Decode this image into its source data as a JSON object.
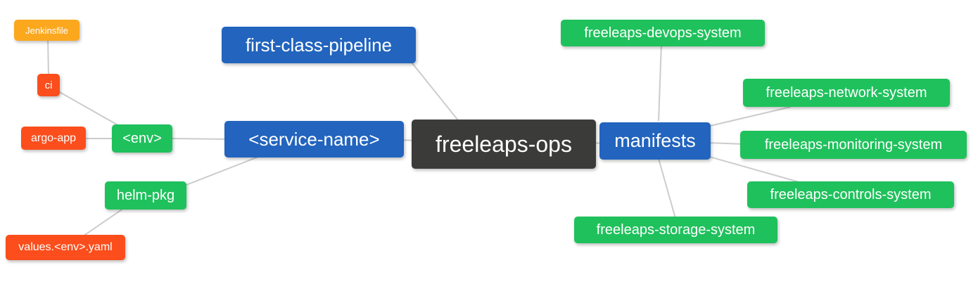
{
  "diagram": {
    "type": "mindmap",
    "background": "#ffffff",
    "edge_color": "#cccccc",
    "palette": {
      "root": "#3b3b39",
      "branch": "#2264be",
      "leaf": "#1fc15c",
      "detail": "#fb4e1c",
      "file": "#fba81e"
    },
    "root": "freeleaps-ops",
    "nodes": {
      "jenkinsfile": {
        "label": "Jenkinsfile",
        "role": "file"
      },
      "ci": {
        "label": "ci",
        "role": "detail"
      },
      "argo_app": {
        "label": "argo-app",
        "role": "detail"
      },
      "env": {
        "label": "<env>",
        "role": "leaf"
      },
      "helm_pkg": {
        "label": "helm-pkg",
        "role": "leaf"
      },
      "values_env_yaml": {
        "label": "values.<env>.yaml",
        "role": "detail"
      },
      "service_name": {
        "label": "<service-name>",
        "role": "branch"
      },
      "first_class_pipeline": {
        "label": "first-class-pipeline",
        "role": "branch"
      },
      "freeleaps_ops": {
        "label": "freeleaps-ops",
        "role": "root"
      },
      "manifests": {
        "label": "manifests",
        "role": "branch"
      },
      "devops_system": {
        "label": "freeleaps-devops-system",
        "role": "leaf"
      },
      "network_system": {
        "label": "freeleaps-network-system",
        "role": "leaf"
      },
      "monitoring_system": {
        "label": "freeleaps-monitoring-system",
        "role": "leaf"
      },
      "controls_system": {
        "label": "freeleaps-controls-system",
        "role": "leaf"
      },
      "storage_system": {
        "label": "freeleaps-storage-system",
        "role": "leaf"
      }
    },
    "edges": [
      {
        "from": "jenkinsfile",
        "to": "ci"
      },
      {
        "from": "ci",
        "to": "env"
      },
      {
        "from": "argo_app",
        "to": "env"
      },
      {
        "from": "env",
        "to": "service_name"
      },
      {
        "from": "service_name",
        "to": "helm_pkg"
      },
      {
        "from": "helm_pkg",
        "to": "values_env_yaml"
      },
      {
        "from": "service_name",
        "to": "freeleaps_ops"
      },
      {
        "from": "first_class_pipeline",
        "to": "freeleaps_ops"
      },
      {
        "from": "freeleaps_ops",
        "to": "manifests"
      },
      {
        "from": "manifests",
        "to": "devops_system"
      },
      {
        "from": "manifests",
        "to": "network_system"
      },
      {
        "from": "manifests",
        "to": "monitoring_system"
      },
      {
        "from": "manifests",
        "to": "controls_system"
      },
      {
        "from": "manifests",
        "to": "storage_system"
      }
    ]
  }
}
